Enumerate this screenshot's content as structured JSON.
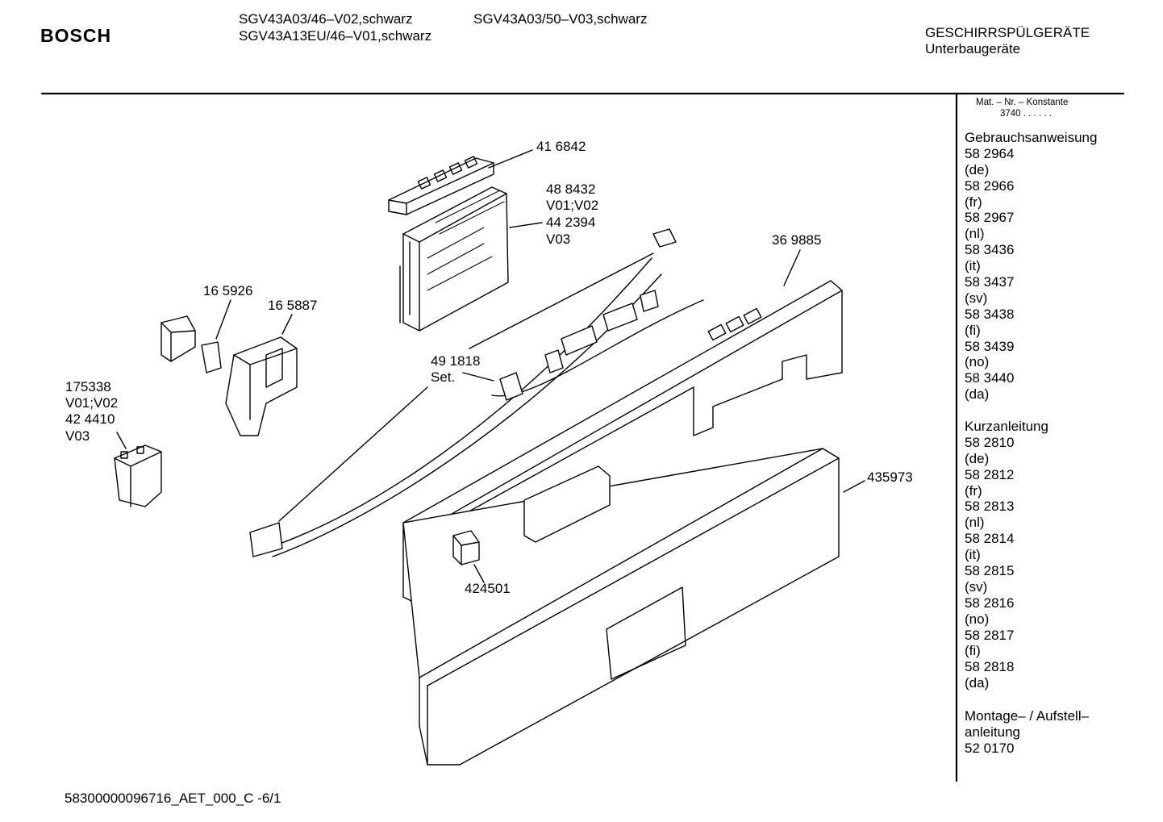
{
  "header": {
    "brand": "BOSCH",
    "models_col1": [
      "SGV43A03/46–V02,schwarz",
      "SGV43A13EU/46–V01,schwarz"
    ],
    "models_col2": [
      "SGV43A03/50–V03,schwarz"
    ],
    "category": [
      "GESCHIRRSPÜLGERÄTE",
      "Unterbaugeräte"
    ]
  },
  "sidebar": {
    "constant_label": "Mat. – Nr. – Konstante",
    "constant_value": "3740 .  .  .  .  .  .",
    "sections": [
      {
        "title": "Gebrauchsanweisung",
        "items": [
          "58 2964",
          "(de)",
          "58 2966",
          "(fr)",
          "58 2967",
          "(nl)",
          "58 3436",
          "(it)",
          "58 3437",
          "(sv)",
          "58 3438",
          "(fi)",
          "58 3439",
          "(no)",
          "58 3440",
          "(da)"
        ]
      },
      {
        "title": "Kurzanleitung",
        "items": [
          "58 2810",
          "(de)",
          "58 2812",
          "(fr)",
          "58 2813",
          "(nl)",
          "58 2814",
          "(it)",
          "58 2815",
          "(sv)",
          "58 2816",
          "(no)",
          "58 2817",
          "(fi)",
          "58 2818",
          "(da)"
        ]
      },
      {
        "title": "Montage– / Aufstell–",
        "items": [
          "anleitung",
          "52 0170"
        ]
      }
    ]
  },
  "parts": {
    "p416842": "41 6842",
    "p488432": [
      "48 8432",
      "V01;V02",
      "44 2394",
      "V03"
    ],
    "p369885": "36 9885",
    "p165926": "16 5926",
    "p165887": "16 5887",
    "p175338": [
      "175338",
      "V01;V02",
      "42 4410",
      "V03"
    ],
    "p491818": [
      "49 1818",
      "Set."
    ],
    "p435973": "435973",
    "p424501": "424501"
  },
  "footer": {
    "doc_id": "58300000096716_AET_000_C -6/1"
  }
}
